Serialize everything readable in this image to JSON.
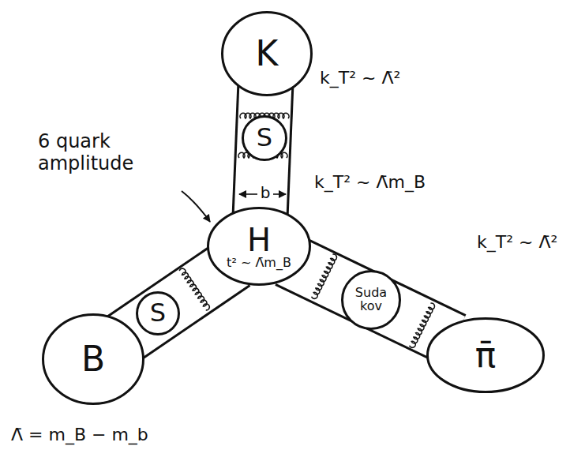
{
  "diagram": {
    "nodes": [
      {
        "text": [
          "K"
        ]
      },
      {
        "text": [
          "S"
        ]
      },
      {
        "text": [
          "H",
          "t² ~ Λ̄m_B"
        ]
      },
      {
        "text": [
          "B"
        ]
      },
      {
        "text": [
          "S"
        ]
      },
      {
        "text": [
          "Suda kov"
        ]
      },
      {
        "text": [
          "π̄"
        ]
      }
    ],
    "edges": [
      {
        "from": 0,
        "to": 2,
        "arrow": "none"
      },
      {
        "from": 3,
        "to": 2,
        "arrow": "none"
      },
      {
        "from": 6,
        "to": 2,
        "arrow": "none"
      }
    ],
    "labels": [
      "k_T² ~ Λ̄²",
      "6 quark amplitude",
      "b",
      "k_T² ~ Λ̄m_B",
      "k_T² ~ Λ̄²",
      "Λ̄ = m_B − m_b"
    ]
  }
}
